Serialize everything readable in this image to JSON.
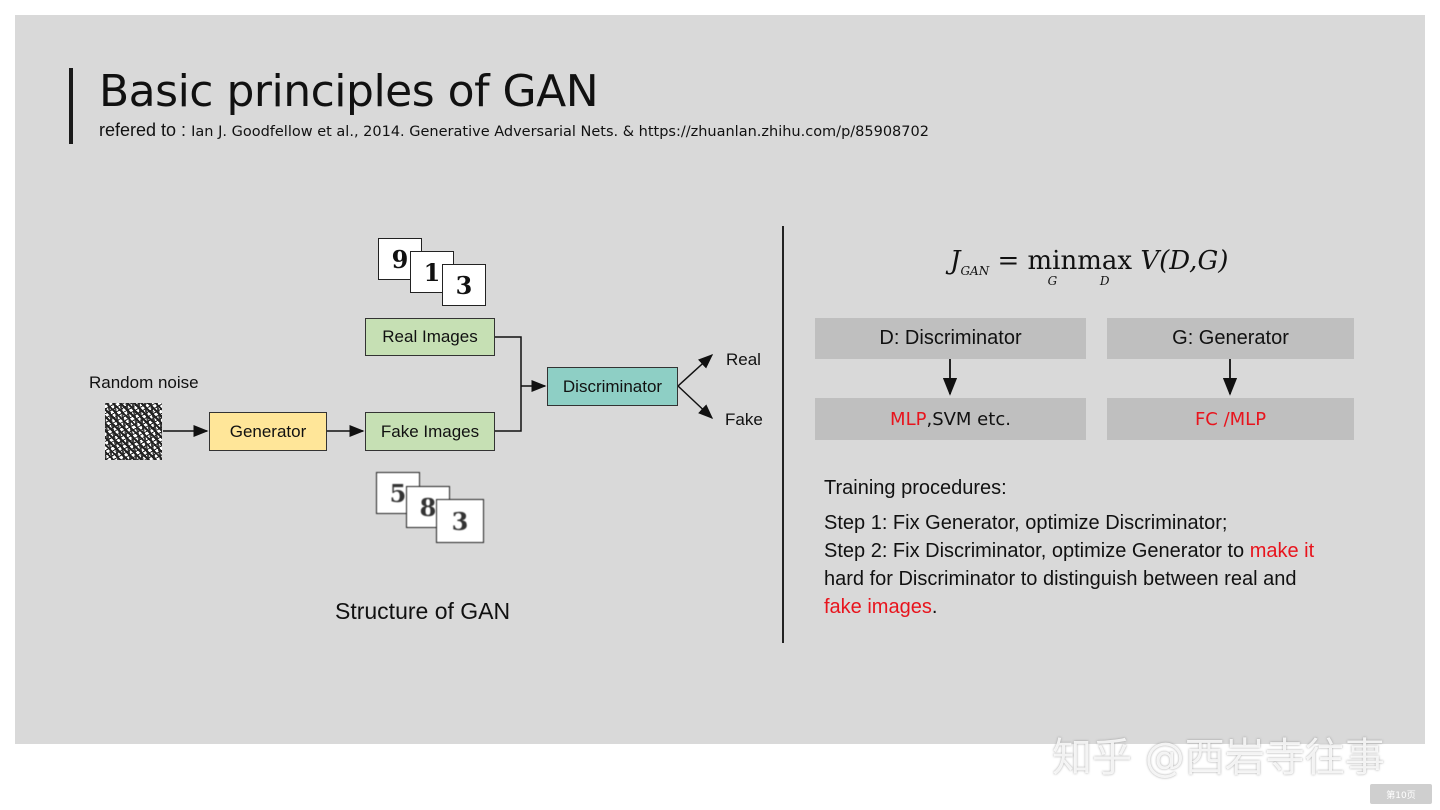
{
  "slide": {
    "title": "Basic principles of GAN",
    "ref_label": "refered to :",
    "ref_text": "Ian J. Goodfellow et al., 2014. Generative Adversarial Nets. & https://zhuanlan.zhihu.com/p/85908702"
  },
  "diagram": {
    "random_noise": "Random noise",
    "generator": "Generator",
    "real_images": "Real Images",
    "fake_images": "Fake Images",
    "discriminator": "Discriminator",
    "out_real": "Real",
    "out_fake": "Fake",
    "real_digits": [
      "9",
      "1",
      "3"
    ],
    "fake_digits": [
      "5",
      "8",
      "3"
    ],
    "caption": "Structure of GAN",
    "colors": {
      "generator": "#ffe699",
      "images": "#c6e0b4",
      "discriminator": "#8ecfc5"
    }
  },
  "formula": {
    "J": "J",
    "sub": "GAN",
    "eq": "=",
    "min": "min",
    "min_sub": "G",
    "max": "max",
    "max_sub": "D",
    "rest": "V(D,G)"
  },
  "boxes": {
    "d_head": "D: Discriminator",
    "g_head": "G: Generator",
    "d_red": "MLP",
    "d_rest": ",SVM etc.",
    "g_red": "FC /MLP"
  },
  "training": {
    "heading": "Training procedures:",
    "step1": "Step 1: Fix Generator, optimize Discriminator;",
    "step2_a": "Step 2: Fix Discriminator, optimize Generator to ",
    "step2_red1": "make it",
    "step2_red2": "hard for Discriminator to distinguish between real and",
    "step2_red3": "fake images",
    "step2_end": "."
  },
  "watermark": "知乎 @西岩寺往事",
  "page_button": "第10页",
  "colors": {
    "accent_red": "#e8141d",
    "slide_bg": "#d9d9d9",
    "box_grey": "#bfbfbf"
  }
}
